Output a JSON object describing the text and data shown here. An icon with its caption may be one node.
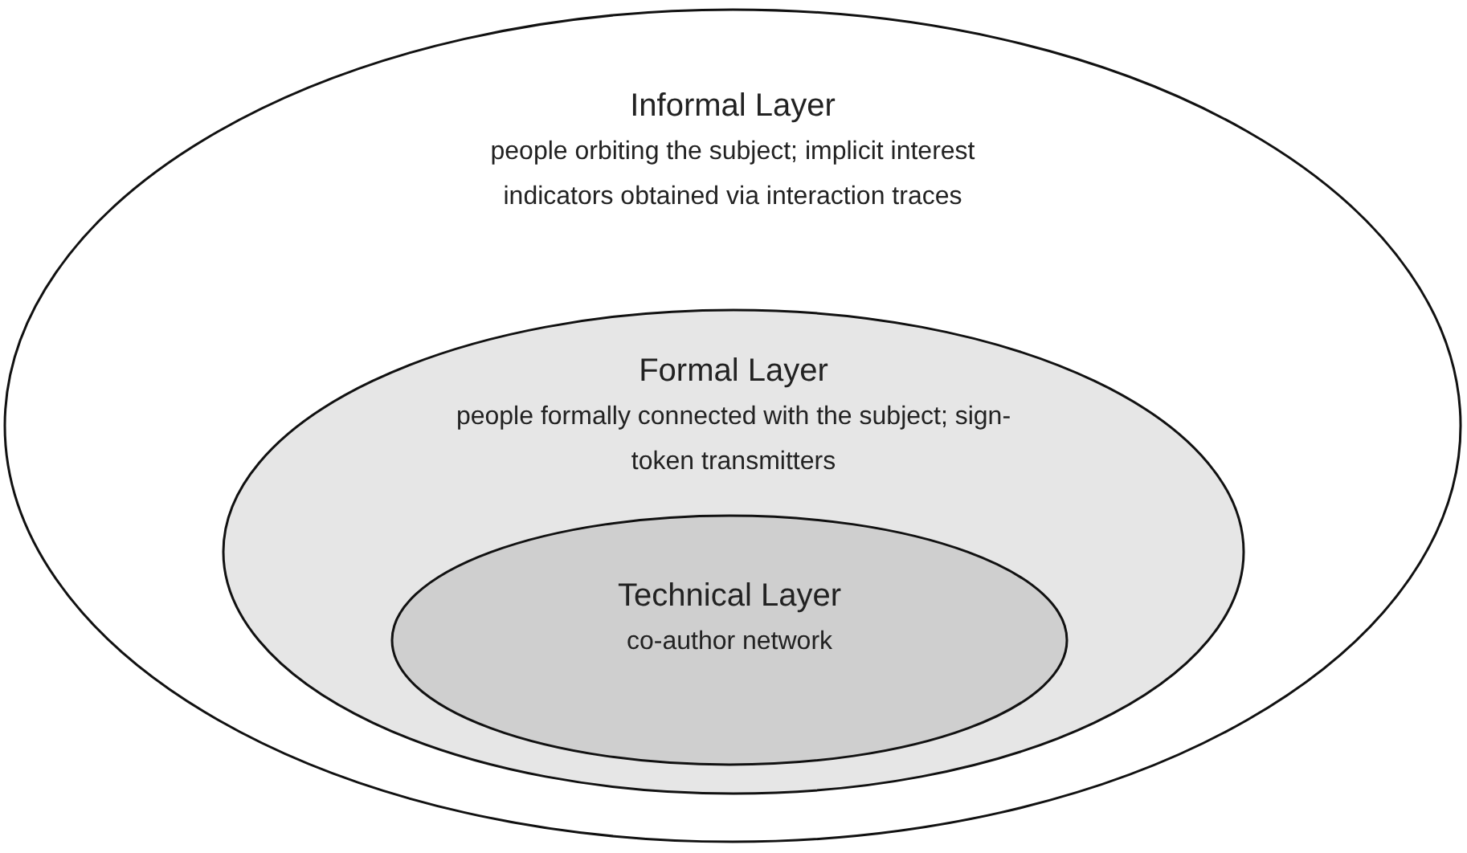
{
  "diagram": {
    "nodes": [
      {
        "text": [
          "Informal Layer",
          "people orbiting the subject; implicit interest indicators obtained via interaction traces"
        ]
      },
      {
        "text": [
          "Formal Layer",
          "people formally connected with the subject; sign-token transmitters"
        ],
        "in": 0
      },
      {
        "text": [
          "Technical Layer",
          "co-author network"
        ],
        "in": 1
      }
    ]
  }
}
